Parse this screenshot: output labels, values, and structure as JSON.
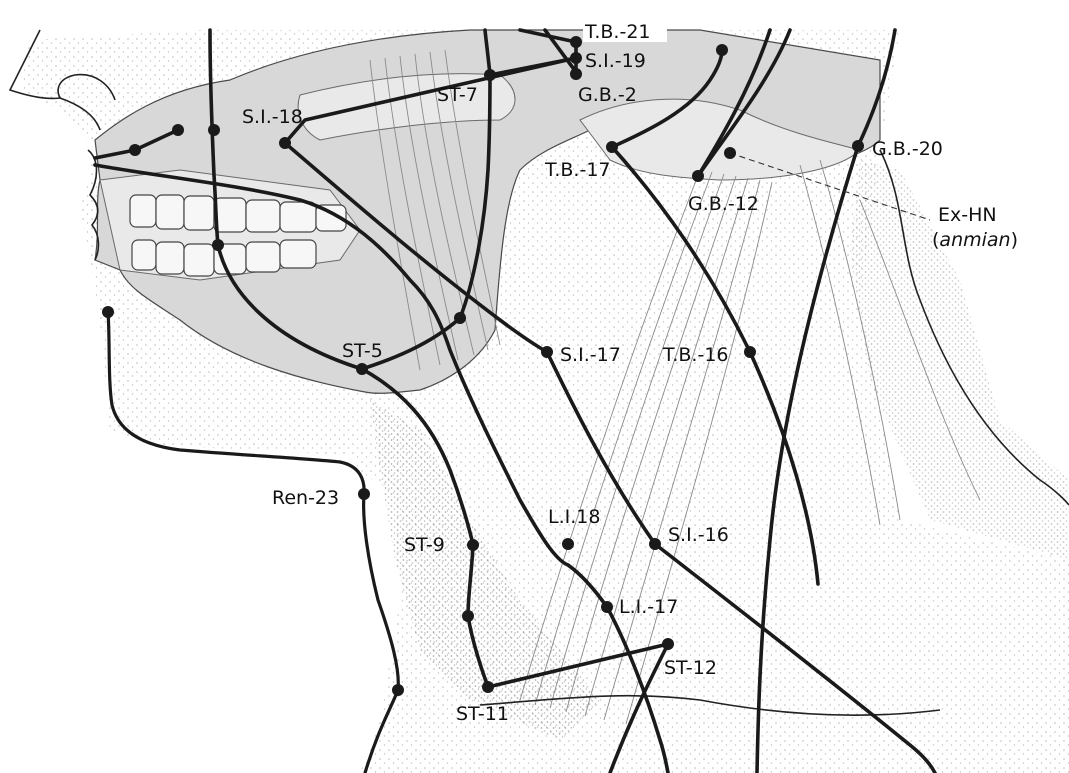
{
  "labels": {
    "tb21": "T.B.-21",
    "si19": "S.I.-19",
    "gb2": "G.B.-2",
    "st7": "ST-7",
    "si18": "S.I.-18",
    "tb17": "T.B.-17",
    "gb20": "G.B.-20",
    "gb12": "G.B.-12",
    "exhn": "Ex-HN",
    "anmian": "anmian",
    "st5": "ST-5",
    "si17": "S.I.-17",
    "tb16": "T.B.-16",
    "ren23": "Ren-23",
    "li18": "L.I.18",
    "si16": "S.I.-16",
    "st9": "ST-9",
    "li17": "L.I.-17",
    "st12": "ST-12",
    "st11": "ST-11"
  },
  "colors": {
    "bone": "#d8d8d8",
    "line": "#1a1a1a",
    "background": "#ffffff"
  }
}
